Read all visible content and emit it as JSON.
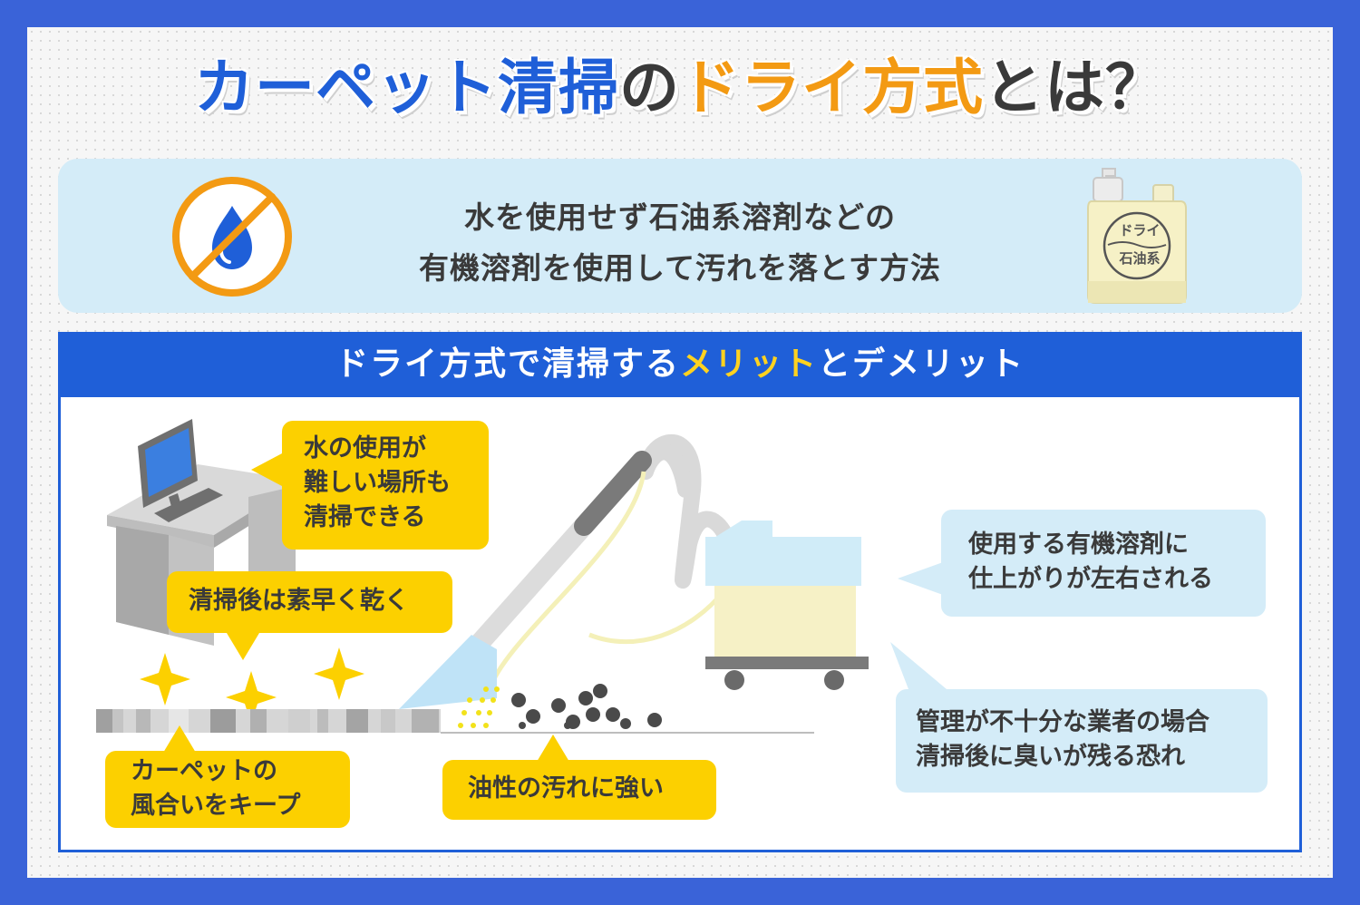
{
  "title": {
    "part1": "カーペット清掃",
    "part2": "の",
    "part3": "ドライ方式",
    "part4": "とは？"
  },
  "definition": {
    "line1": "水を使用せず石油系溶剤などの",
    "line2": "有機溶剤を使用して汚れを落とす方法",
    "jug_label_line1": "ドライ",
    "jug_label_line2": "石油系"
  },
  "icons": {
    "no_water": "no-water-icon",
    "solvent_jug": "solvent-jug-icon"
  },
  "section": {
    "heading_part1": "ドライ方式で清掃する",
    "heading_part2": "メリット",
    "heading_part3": "とデメリット"
  },
  "merits": {
    "hard_places_line1": "水の使用が",
    "hard_places_line2": "難しい場所も",
    "hard_places_line3": "清掃できる",
    "dries_fast": "清掃後は素早く乾く",
    "texture_line1": "カーペットの",
    "texture_line2": "風合いをキープ",
    "oily_stains": "油性の汚れに強い"
  },
  "demerits": {
    "solvent_line1": "使用する有機溶剤に",
    "solvent_line2": "仕上がりが左右される",
    "odor_line1": "管理が不十分な業者の場合",
    "odor_line2": "清掃後に臭いが残る恐れ"
  },
  "colors": {
    "brand_blue": "#1f5fd8",
    "accent_orange": "#f39a13",
    "merit_yellow": "#fcd000",
    "demerit_blue": "#d4ecf8",
    "outer_blue": "#3a63d8"
  }
}
